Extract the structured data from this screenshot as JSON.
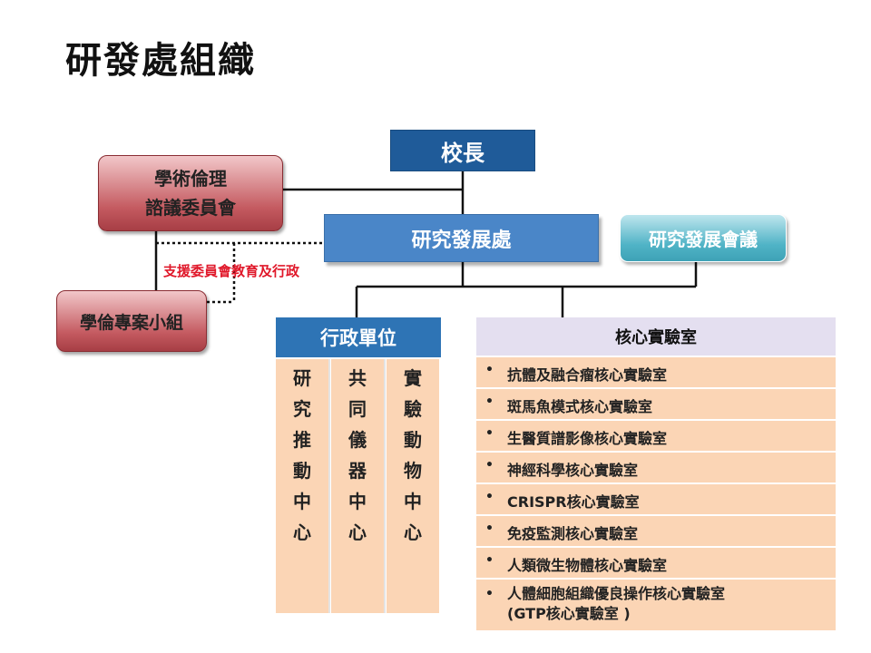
{
  "title": "研發處組織",
  "nodes": {
    "president": "校長",
    "ethics_committee": [
      "學術倫理",
      "諮議委員會"
    ],
    "ethics_team": "學倫專案小組",
    "rd_office": "研究發展處",
    "rd_council": "研究發展會議"
  },
  "support_label": "支援委員會教育及行政",
  "admin": {
    "header": "行政單位",
    "units": [
      [
        "研",
        "究",
        "推",
        "動",
        "中",
        "心"
      ],
      [
        "共",
        "同",
        "儀",
        "器",
        "中",
        "心"
      ],
      [
        "實",
        "驗",
        "動",
        "物",
        "中",
        "心"
      ]
    ]
  },
  "core": {
    "header": "核心實驗室",
    "labs": [
      "抗體及融合瘤核心實驗室",
      "斑馬魚模式核心實驗室",
      "生醫質譜影像核心實驗室",
      "神經科學核心實驗室",
      "CRISPR核心實驗室",
      "免疫監測核心實驗室",
      "人類微生物體核心實驗室",
      "人體細胞組織優良操作核心實驗室\n(GTP核心實驗室 )"
    ]
  },
  "colors": {
    "president": "#1f5b99",
    "rd_office": "#4a86c8",
    "rd_council": "#4fb3c6",
    "ethics": "#c45a60",
    "admin_header": "#2e74b5",
    "cell_fill": "#fbd5b5",
    "core_header": "#e4dff0",
    "support_label": "#e0182a"
  }
}
